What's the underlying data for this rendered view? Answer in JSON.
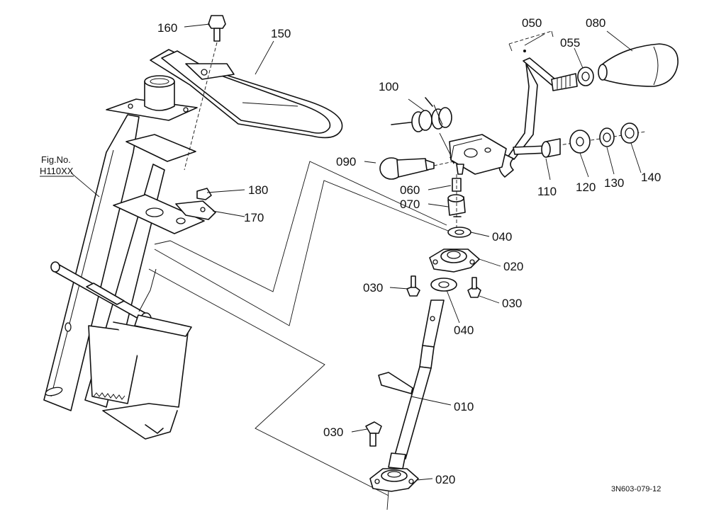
{
  "figure_ref": {
    "line1": "Fig.No.",
    "line2": "H110XX"
  },
  "drawing_code": "3N603-079-12",
  "callouts": {
    "p160": "160",
    "p150": "150",
    "p050": "050",
    "p080": "080",
    "p055": "055",
    "p100": "100",
    "p090": "090",
    "p110": "110",
    "p120": "120",
    "p130": "130",
    "p140": "140",
    "p180": "180",
    "p170": "170",
    "p060": "060",
    "p070": "070",
    "p040a": "040",
    "p020a": "020",
    "p030a": "030",
    "p030b": "030",
    "p040b": "040",
    "p010": "010",
    "p030c": "030",
    "p020b": "020"
  }
}
